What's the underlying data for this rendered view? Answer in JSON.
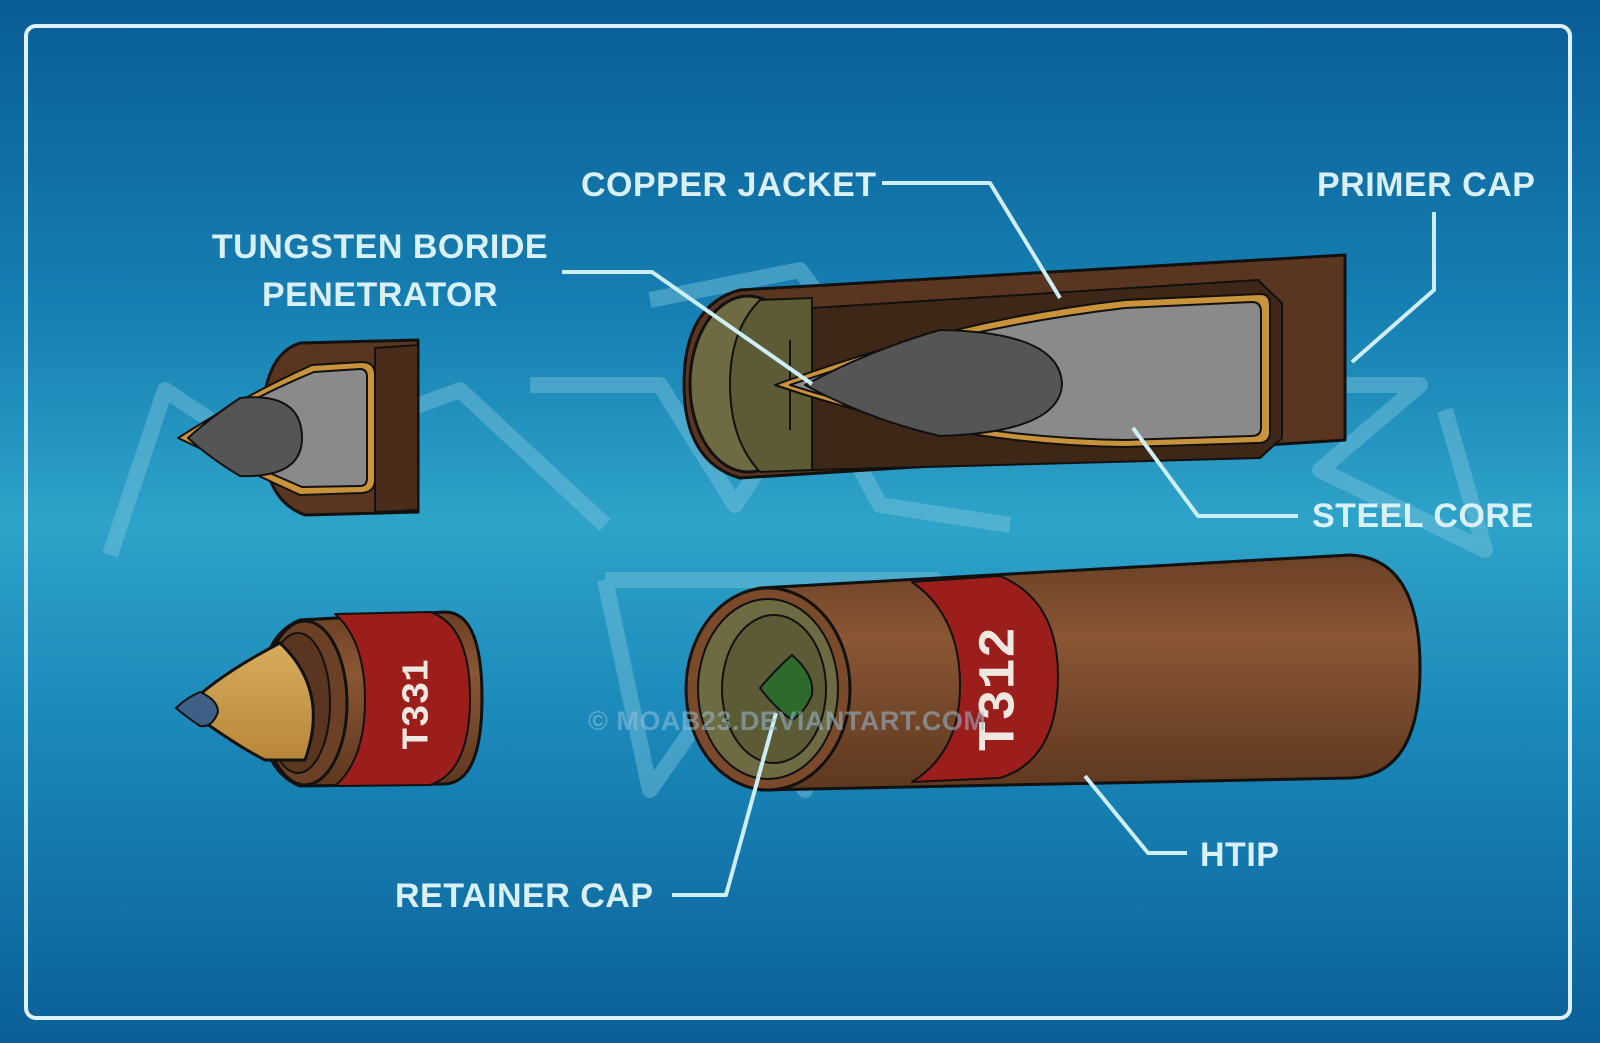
{
  "labels": {
    "copper_jacket": "COPPER JACKET",
    "primer_cap": "PRIMER CAP",
    "tungsten_line1": "TUNGSTEN BORIDE",
    "tungsten_line2": "PENETRATOR",
    "steel_core": "STEEL CORE",
    "htip": "HTIP",
    "retainer_cap": "RETAINER CAP"
  },
  "markings": {
    "small_round": "T331",
    "large_round": "T312"
  },
  "watermark": "© MOAB23.DEVIANTART.COM",
  "colors": {
    "frame": "#dff1f8",
    "label_text": "#d9f0f7",
    "leader_line": "#cdeef6",
    "casing_brown": "#7a4a2a",
    "casing_dark": "#40281a",
    "band_red": "#9b1e1b",
    "copper": "#c8933a",
    "steel_grey": "#8c8c8c",
    "tungsten_dark": "#555555",
    "primer_olive": "#6e6a42",
    "tip_brass": "#c89a4a",
    "tip_blue": "#3e5f86",
    "retainer_green": "#2d6b2d"
  }
}
